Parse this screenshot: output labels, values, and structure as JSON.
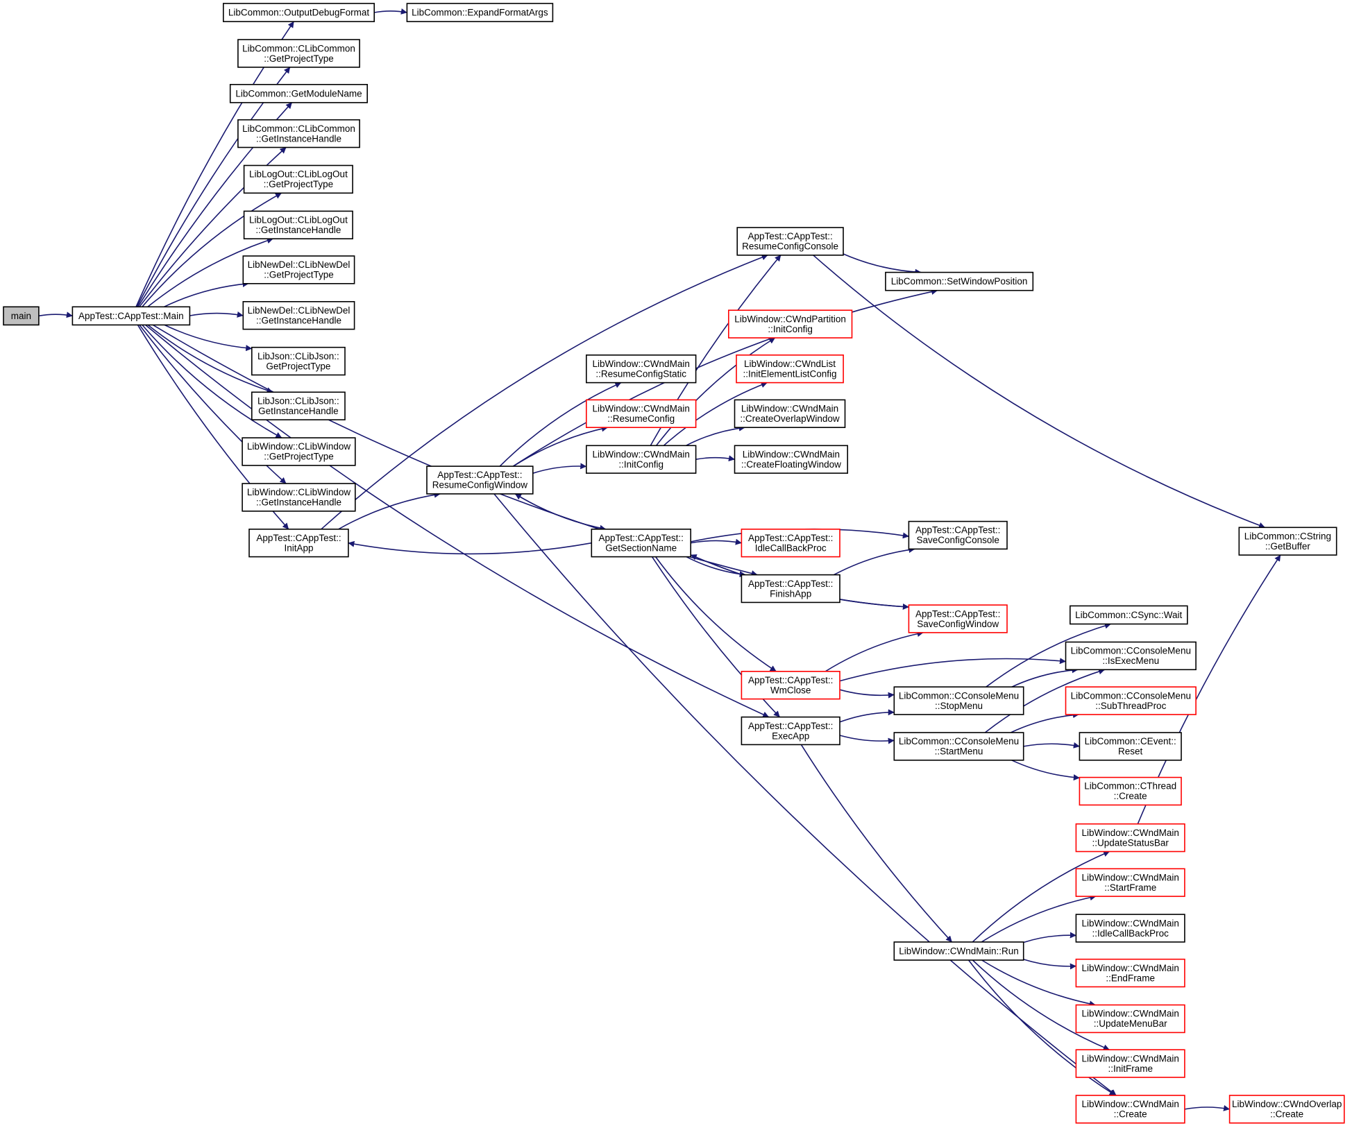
{
  "diagram": {
    "kind": "call-graph",
    "colors": {
      "edge": "#191970",
      "node_border": "#000000",
      "truncated_border": "#ff0000",
      "root_fill": "#bfbfbf",
      "node_fill": "#ffffff"
    },
    "nodes": [
      {
        "id": "main",
        "lines": [
          "main"
        ],
        "style": "root"
      },
      {
        "id": "appmain",
        "lines": [
          "AppTest::CAppTest::Main"
        ],
        "style": "normal"
      },
      {
        "id": "odf",
        "lines": [
          "LibCommon::OutputDebugFormat"
        ],
        "style": "normal"
      },
      {
        "id": "efa",
        "lines": [
          "LibCommon::ExpandFormatArgs"
        ],
        "style": "normal"
      },
      {
        "id": "lc_gpt",
        "lines": [
          "LibCommon::CLibCommon",
          "::GetProjectType"
        ],
        "style": "normal"
      },
      {
        "id": "gmn",
        "lines": [
          "LibCommon::GetModuleName"
        ],
        "style": "normal"
      },
      {
        "id": "lc_gih",
        "lines": [
          "LibCommon::CLibCommon",
          "::GetInstanceHandle"
        ],
        "style": "normal"
      },
      {
        "id": "lo_gpt",
        "lines": [
          "LibLogOut::CLibLogOut",
          "::GetProjectType"
        ],
        "style": "normal"
      },
      {
        "id": "lo_gih",
        "lines": [
          "LibLogOut::CLibLogOut",
          "::GetInstanceHandle"
        ],
        "style": "normal"
      },
      {
        "id": "nd_gpt",
        "lines": [
          "LibNewDel::CLibNewDel",
          "::GetProjectType"
        ],
        "style": "normal"
      },
      {
        "id": "nd_gih",
        "lines": [
          "LibNewDel::CLibNewDel",
          "::GetInstanceHandle"
        ],
        "style": "normal"
      },
      {
        "id": "js_gpt",
        "lines": [
          "LibJson::CLibJson::",
          "GetProjectType"
        ],
        "style": "normal"
      },
      {
        "id": "js_gih",
        "lines": [
          "LibJson::CLibJson::",
          "GetInstanceHandle"
        ],
        "style": "normal"
      },
      {
        "id": "lw_gpt",
        "lines": [
          "LibWindow::CLibWindow",
          "::GetProjectType"
        ],
        "style": "normal"
      },
      {
        "id": "lw_gih",
        "lines": [
          "LibWindow::CLibWindow",
          "::GetInstanceHandle"
        ],
        "style": "normal"
      },
      {
        "id": "initapp",
        "lines": [
          "AppTest::CAppTest::",
          "InitApp"
        ],
        "style": "normal"
      },
      {
        "id": "rcw",
        "lines": [
          "AppTest::CAppTest::",
          "ResumeConfigWindow"
        ],
        "style": "normal"
      },
      {
        "id": "rcs_wm",
        "lines": [
          "LibWindow::CWndMain",
          "::ResumeConfigStatic"
        ],
        "style": "normal"
      },
      {
        "id": "rc_wm",
        "lines": [
          "LibWindow::CWndMain",
          "::ResumeConfig"
        ],
        "style": "truncated"
      },
      {
        "id": "ic_wm",
        "lines": [
          "LibWindow::CWndMain",
          "::InitConfig"
        ],
        "style": "normal"
      },
      {
        "id": "gsn",
        "lines": [
          "AppTest::CAppTest::",
          "GetSectionName"
        ],
        "style": "normal"
      },
      {
        "id": "rcc",
        "lines": [
          "AppTest::CAppTest::",
          "ResumeConfigConsole"
        ],
        "style": "normal"
      },
      {
        "id": "swp",
        "lines": [
          "LibCommon::SetWindowPosition"
        ],
        "style": "normal"
      },
      {
        "id": "wp_ic",
        "lines": [
          "LibWindow::CWndPartition",
          "::InitConfig"
        ],
        "style": "truncated"
      },
      {
        "id": "wl_ielc",
        "lines": [
          "LibWindow::CWndList",
          "::InitElementListConfig"
        ],
        "style": "truncated"
      },
      {
        "id": "cow",
        "lines": [
          "LibWindow::CWndMain",
          "::CreateOverlapWindow"
        ],
        "style": "normal"
      },
      {
        "id": "cfw",
        "lines": [
          "LibWindow::CWndMain",
          "::CreateFloatingWindow"
        ],
        "style": "normal"
      },
      {
        "id": "icbp",
        "lines": [
          "AppTest::CAppTest::",
          "IdleCallBackProc"
        ],
        "style": "truncated"
      },
      {
        "id": "fa",
        "lines": [
          "AppTest::CAppTest::",
          "FinishApp"
        ],
        "style": "normal"
      },
      {
        "id": "scc",
        "lines": [
          "AppTest::CAppTest::",
          "SaveConfigConsole"
        ],
        "style": "normal"
      },
      {
        "id": "scw",
        "lines": [
          "AppTest::CAppTest::",
          "SaveConfigWindow"
        ],
        "style": "truncated"
      },
      {
        "id": "wmc",
        "lines": [
          "AppTest::CAppTest::",
          "WmClose"
        ],
        "style": "truncated"
      },
      {
        "id": "ea",
        "lines": [
          "AppTest::CAppTest::",
          "ExecApp"
        ],
        "style": "normal"
      },
      {
        "id": "sync_wait",
        "lines": [
          "LibCommon::CSync::Wait"
        ],
        "style": "normal"
      },
      {
        "id": "iem",
        "lines": [
          "LibCommon::CConsoleMenu",
          "::IsExecMenu"
        ],
        "style": "normal"
      },
      {
        "id": "stopm",
        "lines": [
          "LibCommon::CConsoleMenu",
          "::StopMenu"
        ],
        "style": "normal"
      },
      {
        "id": "stp",
        "lines": [
          "LibCommon::CConsoleMenu",
          "::SubThreadProc"
        ],
        "style": "truncated"
      },
      {
        "id": "startm",
        "lines": [
          "LibCommon::CConsoleMenu",
          "::StartMenu"
        ],
        "style": "normal"
      },
      {
        "id": "ev_reset",
        "lines": [
          "LibCommon::CEvent::",
          "Reset"
        ],
        "style": "normal"
      },
      {
        "id": "th_create",
        "lines": [
          "LibCommon::CThread",
          "::Create"
        ],
        "style": "truncated"
      },
      {
        "id": "getbuf",
        "lines": [
          "LibCommon::CString",
          "::GetBuffer"
        ],
        "style": "normal"
      },
      {
        "id": "usb",
        "lines": [
          "LibWindow::CWndMain",
          "::UpdateStatusBar"
        ],
        "style": "truncated"
      },
      {
        "id": "sf",
        "lines": [
          "LibWindow::CWndMain",
          "::StartFrame"
        ],
        "style": "truncated"
      },
      {
        "id": "icbp_wm",
        "lines": [
          "LibWindow::CWndMain",
          "::IdleCallBackProc"
        ],
        "style": "normal"
      },
      {
        "id": "run",
        "lines": [
          "LibWindow::CWndMain::Run"
        ],
        "style": "normal"
      },
      {
        "id": "ef",
        "lines": [
          "LibWindow::CWndMain",
          "::EndFrame"
        ],
        "style": "truncated"
      },
      {
        "id": "umb",
        "lines": [
          "LibWindow::CWndMain",
          "::UpdateMenuBar"
        ],
        "style": "truncated"
      },
      {
        "id": "if_wm",
        "lines": [
          "LibWindow::CWndMain",
          "::InitFrame"
        ],
        "style": "truncated"
      },
      {
        "id": "create_wm",
        "lines": [
          "LibWindow::CWndMain",
          "::Create"
        ],
        "style": "truncated"
      },
      {
        "id": "create_wo",
        "lines": [
          "LibWindow::CWndOverlap",
          "::Create"
        ],
        "style": "truncated"
      }
    ],
    "edges": [
      {
        "from": "main",
        "to": "appmain"
      },
      {
        "from": "appmain",
        "to": "odf"
      },
      {
        "from": "odf",
        "to": "efa"
      },
      {
        "from": "appmain",
        "to": "lc_gpt"
      },
      {
        "from": "appmain",
        "to": "gmn"
      },
      {
        "from": "appmain",
        "to": "lc_gih"
      },
      {
        "from": "appmain",
        "to": "lo_gpt"
      },
      {
        "from": "appmain",
        "to": "lo_gih"
      },
      {
        "from": "appmain",
        "to": "nd_gpt"
      },
      {
        "from": "appmain",
        "to": "nd_gih"
      },
      {
        "from": "appmain",
        "to": "js_gpt"
      },
      {
        "from": "appmain",
        "to": "js_gih"
      },
      {
        "from": "appmain",
        "to": "lw_gpt"
      },
      {
        "from": "appmain",
        "to": "lw_gih"
      },
      {
        "from": "appmain",
        "to": "initapp"
      },
      {
        "from": "appmain",
        "to": "fa"
      },
      {
        "from": "appmain",
        "to": "ea"
      },
      {
        "from": "initapp",
        "to": "rcw"
      },
      {
        "from": "initapp",
        "to": "rcc"
      },
      {
        "from": "rcw",
        "to": "rcs_wm"
      },
      {
        "from": "rcw",
        "to": "rc_wm"
      },
      {
        "from": "rcw",
        "to": "ic_wm"
      },
      {
        "from": "rcw",
        "to": "gsn"
      },
      {
        "from": "rcw",
        "to": "swp"
      },
      {
        "from": "rcw",
        "to": "create_wm"
      },
      {
        "from": "ic_wm",
        "to": "rcc"
      },
      {
        "from": "ic_wm",
        "to": "wp_ic"
      },
      {
        "from": "ic_wm",
        "to": "wl_ielc"
      },
      {
        "from": "ic_wm",
        "to": "cow"
      },
      {
        "from": "ic_wm",
        "to": "cfw"
      },
      {
        "from": "gsn",
        "to": "initapp"
      },
      {
        "from": "gsn",
        "to": "rcw"
      },
      {
        "from": "gsn",
        "to": "icbp"
      },
      {
        "from": "gsn",
        "to": "scc"
      },
      {
        "from": "gsn",
        "to": "fa"
      },
      {
        "from": "gsn",
        "to": "scw"
      },
      {
        "from": "gsn",
        "to": "wmc"
      },
      {
        "from": "gsn",
        "to": "ea"
      },
      {
        "from": "scw",
        "to": "gsn"
      },
      {
        "from": "rcc",
        "to": "swp"
      },
      {
        "from": "rcc",
        "to": "getbuf"
      },
      {
        "from": "fa",
        "to": "scc"
      },
      {
        "from": "wmc",
        "to": "scw"
      },
      {
        "from": "wmc",
        "to": "iem"
      },
      {
        "from": "wmc",
        "to": "stopm"
      },
      {
        "from": "ea",
        "to": "stopm"
      },
      {
        "from": "ea",
        "to": "startm"
      },
      {
        "from": "ea",
        "to": "run"
      },
      {
        "from": "stopm",
        "to": "sync_wait"
      },
      {
        "from": "stopm",
        "to": "iem"
      },
      {
        "from": "startm",
        "to": "iem"
      },
      {
        "from": "startm",
        "to": "stp"
      },
      {
        "from": "startm",
        "to": "ev_reset"
      },
      {
        "from": "startm",
        "to": "th_create"
      },
      {
        "from": "run",
        "to": "usb"
      },
      {
        "from": "run",
        "to": "sf"
      },
      {
        "from": "run",
        "to": "icbp_wm"
      },
      {
        "from": "run",
        "to": "ef"
      },
      {
        "from": "run",
        "to": "umb"
      },
      {
        "from": "run",
        "to": "if_wm"
      },
      {
        "from": "run",
        "to": "create_wm"
      },
      {
        "from": "usb",
        "to": "getbuf"
      },
      {
        "from": "create_wm",
        "to": "create_wo"
      }
    ]
  }
}
